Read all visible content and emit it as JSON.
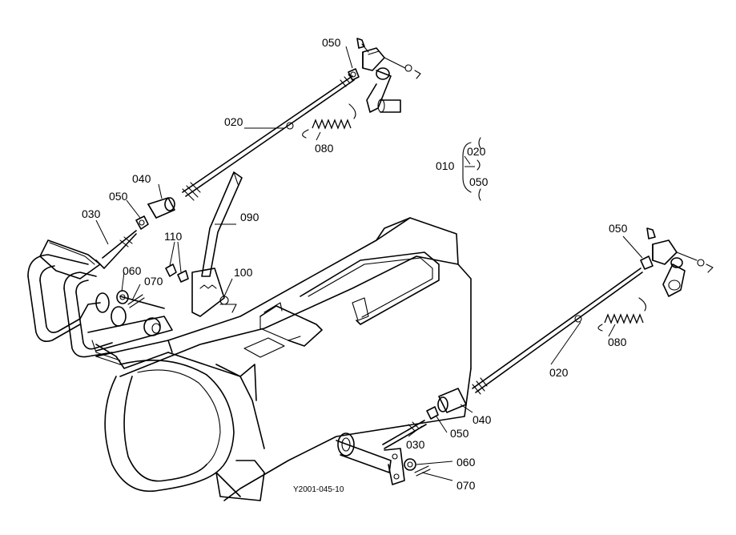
{
  "diagram": {
    "drawing_code": "Y2001-045-10",
    "parts": {
      "p010": "010",
      "p020_left": "020",
      "p020_right": "020",
      "p030_left": "030",
      "p030_right": "030",
      "p040_left": "040",
      "p040_right": "040",
      "p050_top_left": "050",
      "p050_mid_left": "050",
      "p050_top_right": "050",
      "p050_bottom_right": "050",
      "p060_left": "060",
      "p060_right": "060",
      "p070_left": "070",
      "p070_right": "070",
      "p080_left": "080",
      "p080_right": "080",
      "p090": "090",
      "p100": "100",
      "p110": "110"
    },
    "assembly_group": {
      "parent": "010",
      "members": [
        "020",
        "050"
      ]
    }
  }
}
